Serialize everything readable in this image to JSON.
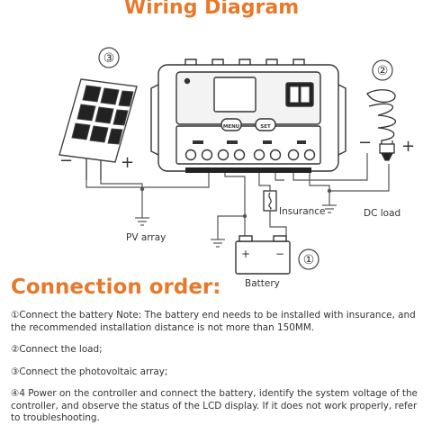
{
  "header": {
    "title": "Wiring Diagram"
  },
  "diagram": {
    "controller": {
      "menu_label": "MENU",
      "set_label": "SET"
    },
    "markers": {
      "battery": "①",
      "load": "②",
      "pv": "③"
    },
    "labels": {
      "pv_array": "PV array",
      "insurance": "Insurance",
      "dc_load": "DC load",
      "battery": "Battery"
    },
    "symbols": {
      "minus": "−",
      "plus": "+"
    }
  },
  "section": {
    "title": "Connection order:"
  },
  "steps": [
    "①Connect the battery Note: The battery end needs to be installed with insurance, and the recommended installation distance is not more than 150MM.",
    "②Connect the load;",
    "③Connect the photovoltaic array;",
    "④4 Power on the controller and connect the battery, identify the system voltage of the controller, and observe the status of the LCD display. If it does not work properly, refer to troubleshooting."
  ],
  "colors": {
    "accent": "#e8782a",
    "line": "#555555"
  }
}
